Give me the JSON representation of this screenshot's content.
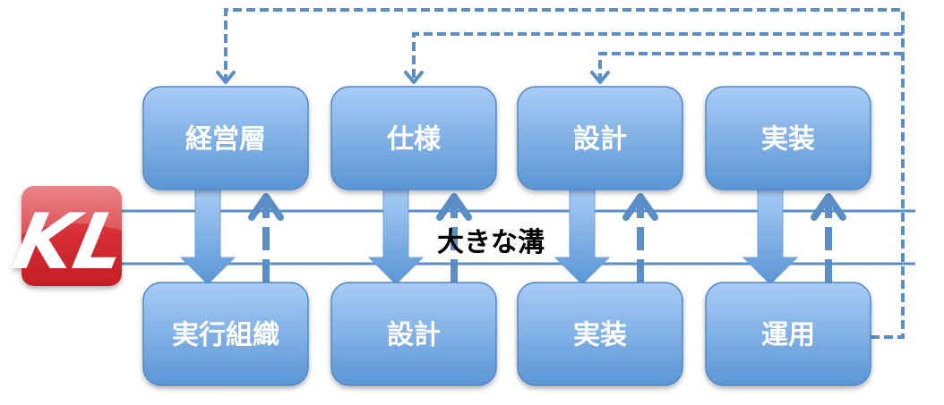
{
  "diagram": {
    "colors": {
      "box_top": "#a6c9f5",
      "box_bottom": "#5b97d6",
      "box_border": "#4f86c1",
      "line": "#5b8ec6",
      "logo_red": "#d2232a",
      "gap_text": "#000000"
    },
    "top_row": [
      {
        "label": "経営層"
      },
      {
        "label": "仕様"
      },
      {
        "label": "設計"
      },
      {
        "label": "実装"
      }
    ],
    "bottom_row": [
      {
        "label": "実行組織"
      },
      {
        "label": "設計"
      },
      {
        "label": "実装"
      },
      {
        "label": "運用"
      }
    ],
    "gap_label": "大きな溝",
    "logo": {
      "text": "KL"
    },
    "feedback_loops": [
      {
        "from": "運用",
        "to": "経営層"
      },
      {
        "from": "運用",
        "to": "仕様"
      },
      {
        "from": "運用",
        "to": "設計"
      }
    ]
  }
}
